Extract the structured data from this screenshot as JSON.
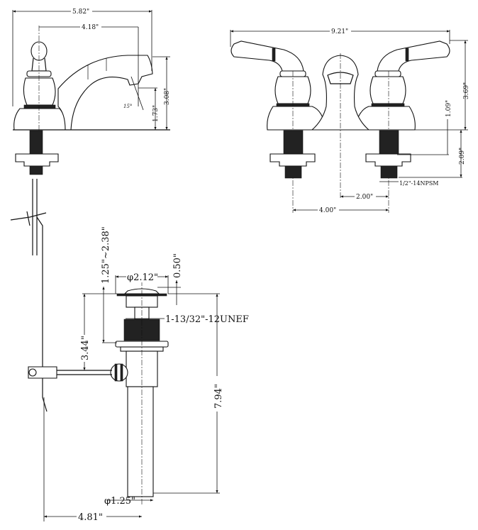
{
  "side_view": {
    "overall_length": "5.82\"",
    "handle_to_spout": "4.18\"",
    "height": "3.08\"",
    "spout_height": "1.73\"",
    "angle": "15°"
  },
  "front_view": {
    "overall_width": "9.21\"",
    "height": "3.69\"",
    "nut_drop": "1.09\"",
    "shank_length": "2.09\"",
    "thread": "1/2\"-14NPSM",
    "center_to_side": "2.00\"",
    "center_spacing": "4.00\""
  },
  "drain_view": {
    "flange_diameter": "φ2.12\"",
    "stopper_rise": "0.50\"",
    "adjust_range": "1.25\"~2.38\"",
    "body_thread": "1-13/32\"-12UNEF",
    "pivot_height": "3.44\"",
    "overall_length": "7.94\"",
    "tailpiece_diameter": "φ1.25\"",
    "rod_reach": "4.81\""
  }
}
